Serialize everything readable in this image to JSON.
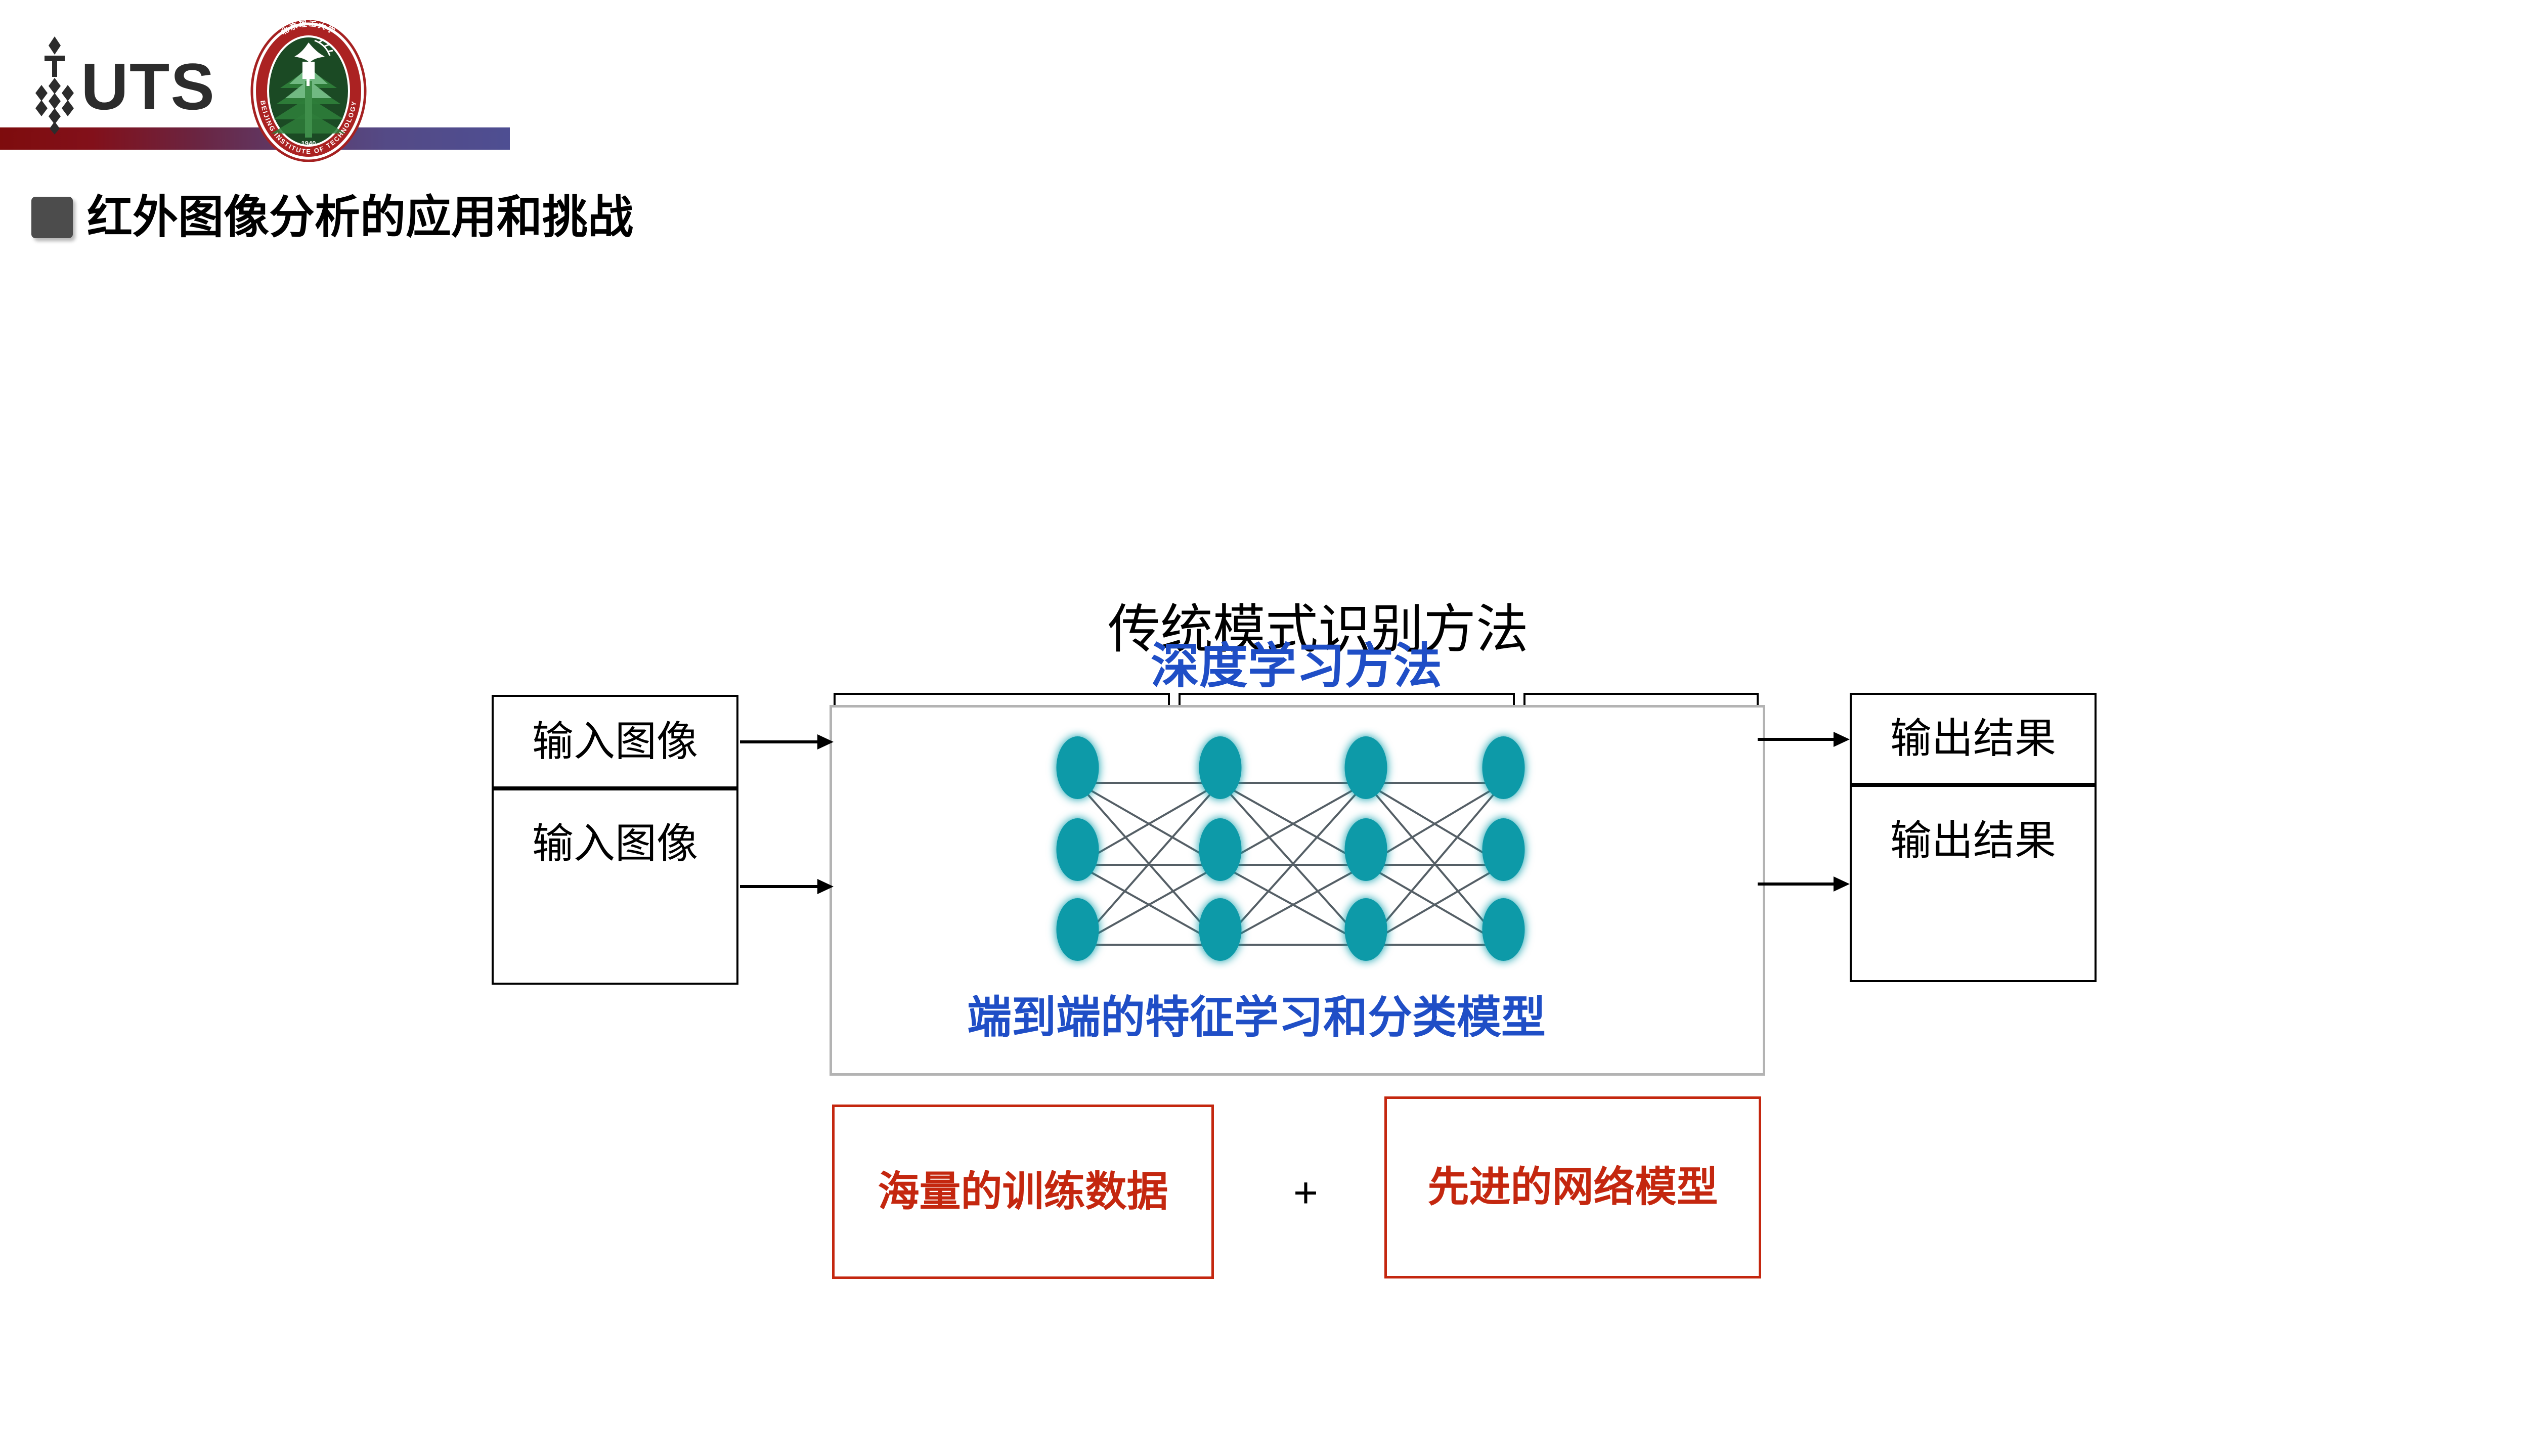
{
  "header": {
    "uts_wordmark": "UTS",
    "uts_icon": "uts-diamond-mark-icon",
    "bit_logo_icon": "beijing-institute-of-technology-seal-icon",
    "bit_seal_chinese": "北京理工大学",
    "bit_seal_english_top": "BEIJING",
    "bit_seal_english_bottom": "INSTITUTE OF TECHNOLOGY",
    "bit_seal_year": "1940",
    "band_gradient_start": "#7e0c0d",
    "band_gradient_end": "#4e4e92"
  },
  "section": {
    "bullet_icon": "square-bullet-icon",
    "bullet_color": "#4c4c4c",
    "title": "红外图像分析的应用和挑战"
  },
  "diagram": {
    "title_traditional": "传统模式识别方法",
    "title_deep": "深度学习方法",
    "title_deep_color": "#1f4ec6",
    "input_boxes": [
      {
        "label": "输入图像"
      },
      {
        "label": "输入图像"
      }
    ],
    "output_boxes": [
      {
        "label": "输出结果"
      },
      {
        "label": "输出结果"
      }
    ],
    "arrows": [
      {
        "name": "input-1-to-panel",
        "icon": "arrow-right-icon"
      },
      {
        "name": "input-2-to-panel",
        "icon": "arrow-right-icon"
      },
      {
        "name": "panel-to-output-1",
        "icon": "arrow-right-icon"
      },
      {
        "name": "panel-to-output-2",
        "icon": "arrow-right-icon"
      }
    ],
    "stage_boxes": [
      {
        "label": ""
      },
      {
        "label": ""
      },
      {
        "label": ""
      }
    ],
    "panel": {
      "caption": "端到端的特征学习和分类模型",
      "caption_color": "#1f4ec6",
      "border_color": "#b3b3b3"
    },
    "requirements": {
      "left_box_label": "海量的训练数据",
      "operator": "+",
      "right_box_label": "先进的网络模型",
      "accent_color": "#c4270f"
    }
  },
  "chart_data": {
    "type": "diagram",
    "title": "深度学习方法 — 端到端的特征学习和分类模型",
    "network": {
      "layers": 4,
      "nodes_per_layer": 3,
      "total_nodes": 12,
      "node_color": "#0f9aa8",
      "node_glow_color": "#bfeef2",
      "edge_color": "#555f66",
      "fully_connected": true,
      "node_rx": 42,
      "node_ry": 62,
      "layer_x": [
        58,
        340,
        628,
        900
      ],
      "row_y": [
        80,
        242,
        400
      ]
    }
  }
}
